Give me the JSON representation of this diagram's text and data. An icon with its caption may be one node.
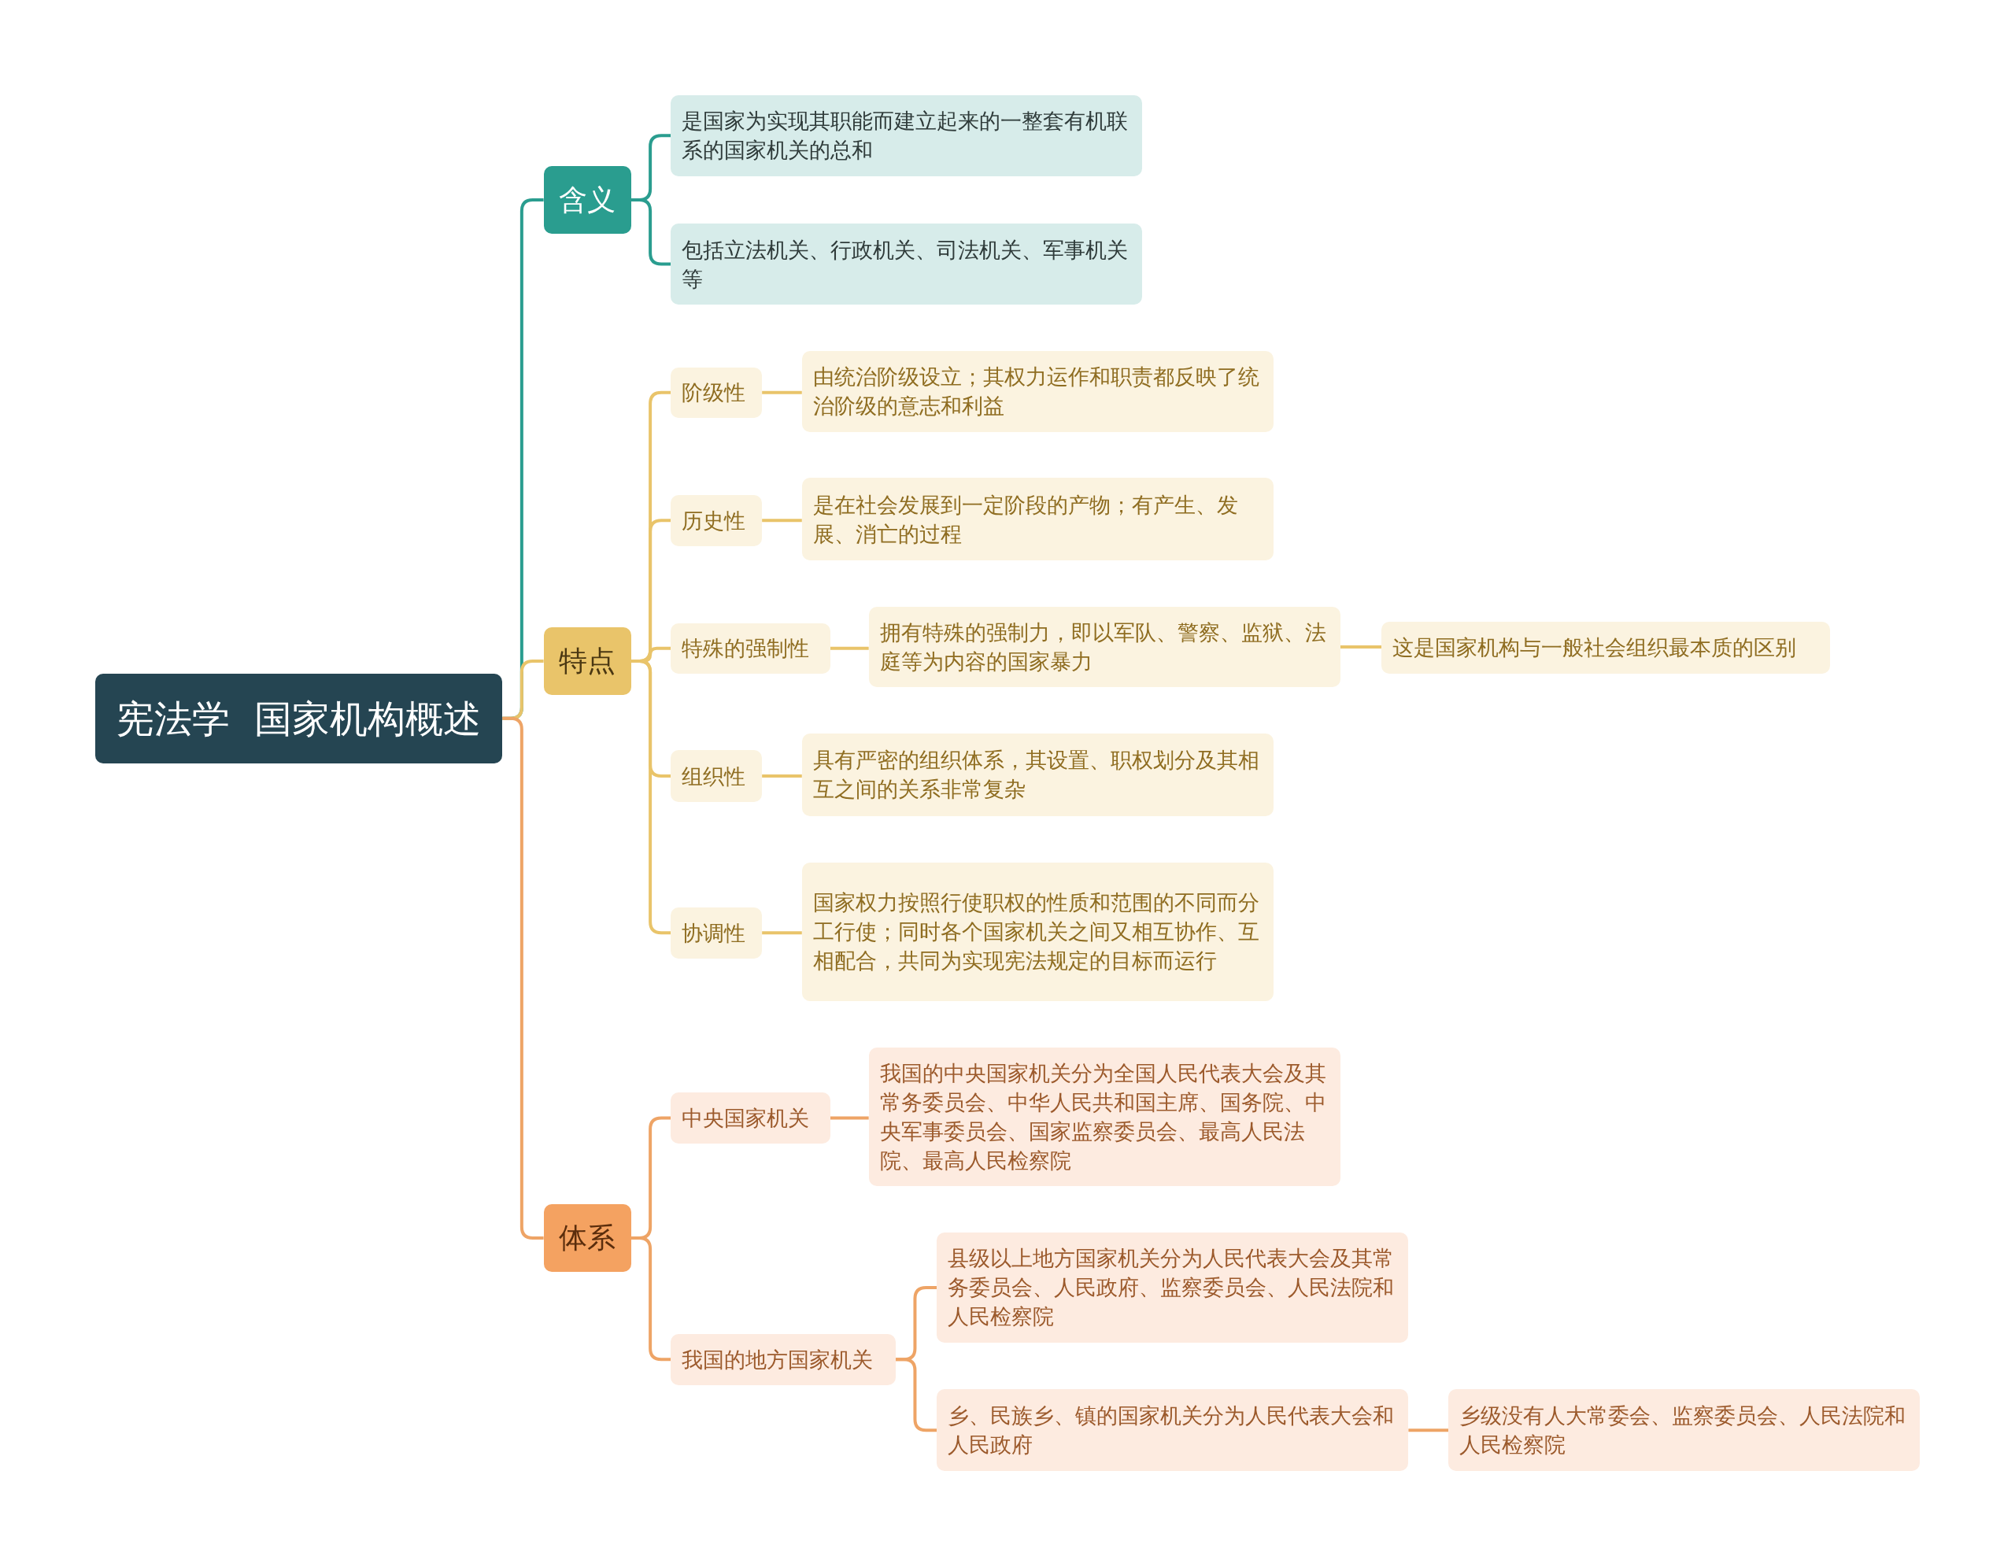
{
  "diagram": {
    "nodes": [
      {
        "text": [
          "宪法学  国家机构概述"
        ]
      },
      {
        "text": [
          "含义"
        ]
      },
      {
        "text": [
          "是国家为实现其职能而建立起来的一整套有机联系的国家机关的总和"
        ]
      },
      {
        "text": [
          "包括立法机关、行政机关、司法机关、军事机关等"
        ]
      },
      {
        "text": [
          "特点"
        ]
      },
      {
        "text": [
          "阶级性"
        ]
      },
      {
        "text": [
          "由统治阶级设立；其权力运作和职责都反映了统治阶级的意志和利益"
        ]
      },
      {
        "text": [
          "历史性"
        ]
      },
      {
        "text": [
          "是在社会发展到一定阶段的产物；有产生、发展、消亡的过程"
        ]
      },
      {
        "text": [
          "特殊的强制性"
        ]
      },
      {
        "text": [
          "拥有特殊的强制力，即以军队、警察、监狱、法庭等为内容的国家暴力"
        ]
      },
      {
        "text": [
          "这是国家机构与一般社会组织最本质的区别"
        ]
      },
      {
        "text": [
          "组织性"
        ]
      },
      {
        "text": [
          "具有严密的组织体系，其设置、职权划分及其相互之间的关系非常复杂"
        ]
      },
      {
        "text": [
          "协调性"
        ]
      },
      {
        "text": [
          "国家权力按照行使职权的性质和范围的不同而分工行使；同时各个国家机关之间又相互协作、互相配合，共同为实现宪法规定的目标而运行"
        ]
      },
      {
        "text": [
          "体系"
        ]
      },
      {
        "text": [
          "中央国家机关"
        ]
      },
      {
        "text": [
          "我国的中央国家机关分为全国人民代表大会及其常务委员会、中华人民共和国主席、国务院、中央军事委员会、国家监察委员会、最高人民法院、最高人民检察院"
        ]
      },
      {
        "text": [
          "我国的地方国家机关"
        ]
      },
      {
        "text": [
          "县级以上地方国家机关分为人民代表大会及其常务委员会、人民政府、监察委员会、人民法院和人民检察院"
        ]
      },
      {
        "text": [
          "乡、民族乡、镇的国家机关分为人民代表大会和人民政府"
        ]
      },
      {
        "text": [
          "乡级没有人大常委会、监察委员会、人民法院和人民检察院"
        ]
      }
    ],
    "edges": [
      {
        "from": 0,
        "to": 1,
        "arrow": "none",
        "color": "#2a9d8f"
      },
      {
        "from": 1,
        "to": 2,
        "arrow": "none",
        "color": "#2a9d8f"
      },
      {
        "from": 1,
        "to": 3,
        "arrow": "none",
        "color": "#2a9d8f"
      },
      {
        "from": 0,
        "to": 4,
        "arrow": "none"
      },
      {
        "from": 4,
        "to": 5,
        "arrow": "none"
      },
      {
        "from": 5,
        "to": 6,
        "arrow": "none"
      },
      {
        "from": 4,
        "to": 7,
        "arrow": "none"
      },
      {
        "from": 7,
        "to": 8,
        "arrow": "none"
      },
      {
        "from": 4,
        "to": 9,
        "arrow": "none"
      },
      {
        "from": 9,
        "to": 10,
        "arrow": "none"
      },
      {
        "from": 10,
        "to": 11,
        "arrow": "none"
      },
      {
        "from": 4,
        "to": 12,
        "arrow": "none"
      },
      {
        "from": 12,
        "to": 13,
        "arrow": "none"
      },
      {
        "from": 4,
        "to": 14,
        "arrow": "none"
      },
      {
        "from": 14,
        "to": 15,
        "arrow": "none"
      },
      {
        "from": 0,
        "to": 16,
        "arrow": "none",
        "color": "#eea466"
      },
      {
        "from": 16,
        "to": 17,
        "arrow": "none",
        "color": "#eea466"
      },
      {
        "from": 17,
        "to": 18,
        "arrow": "none",
        "color": "#eea466"
      },
      {
        "from": 16,
        "to": 19,
        "arrow": "none",
        "color": "#eea466"
      },
      {
        "from": 19,
        "to": 20,
        "arrow": "none",
        "color": "#eea466"
      },
      {
        "from": 19,
        "to": 21,
        "arrow": "none",
        "color": "#eea466"
      },
      {
        "from": 21,
        "to": 22,
        "arrow": "none",
        "color": "#eea466"
      }
    ]
  }
}
